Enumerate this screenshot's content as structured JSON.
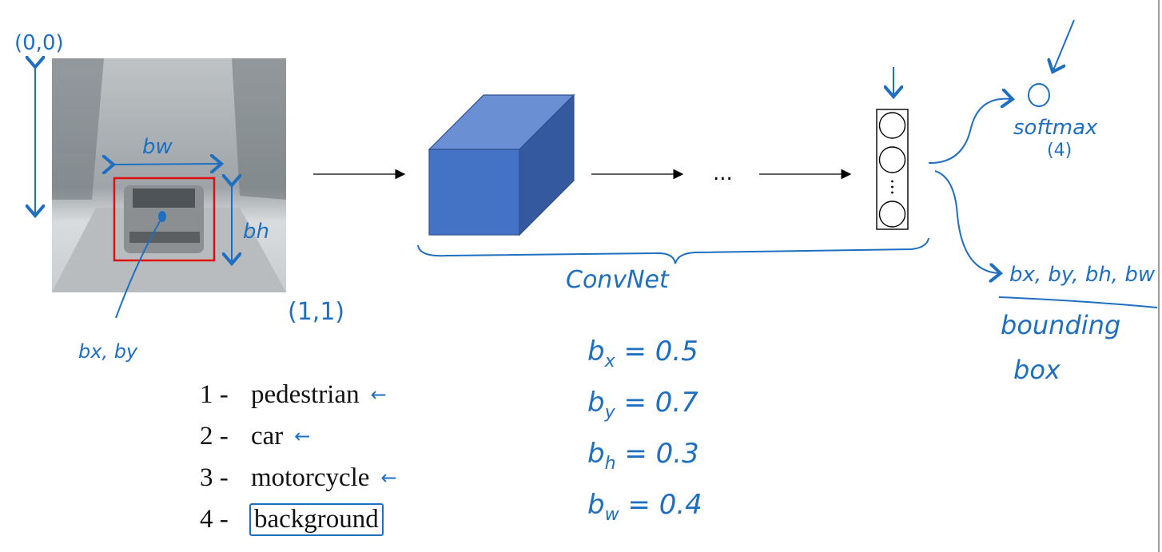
{
  "annotations": {
    "origin": "(0,0)",
    "corner": "(1,1)",
    "bw": "bw",
    "bh": "bh",
    "bxby": "bx, by",
    "convnet": "ConvNet",
    "ellipsis": "...",
    "softmax": "softmax",
    "softmax_count": "(4)",
    "bbox_outputs": "bx, by, bh, bw",
    "bounding": "bounding",
    "box": "box"
  },
  "classes": [
    {
      "num": "1 -",
      "label": "pedestrian",
      "arrow": "←"
    },
    {
      "num": "2 -",
      "label": "car",
      "arrow": "←"
    },
    {
      "num": "3 -",
      "label": "motorcycle",
      "arrow": "←"
    },
    {
      "num": "4 -",
      "label": "background",
      "arrow": ""
    }
  ],
  "values": [
    {
      "name": "bx",
      "base": "b",
      "sub": "x",
      "value": "= 0.5"
    },
    {
      "name": "by",
      "base": "b",
      "sub": "y",
      "value": "= 0.7"
    },
    {
      "name": "bh",
      "base": "b",
      "sub": "h",
      "value": "= 0.3"
    },
    {
      "name": "bw",
      "base": "b",
      "sub": "w",
      "value": "= 0.4"
    }
  ],
  "colors": {
    "ink": "#1f6fc0",
    "bbox": "#e01010",
    "cube_front": "#4472c4",
    "cube_top": "#6a8fd3",
    "cube_side": "#35599e"
  }
}
